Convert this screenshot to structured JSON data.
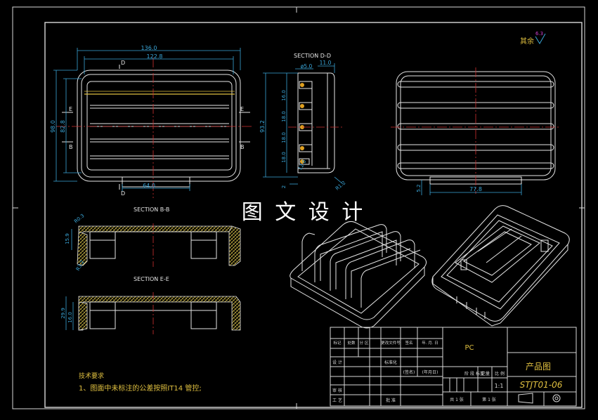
{
  "watermark": "图 文 设 计",
  "roughness": {
    "label": "其余",
    "value": "6.3"
  },
  "section_labels": {
    "dd": "SECTION D-D",
    "bb": "SECTION B-B",
    "ee": "SECTION E-E"
  },
  "cut_letters": {
    "d": "D",
    "e": "E",
    "b": "B"
  },
  "dimensions": {
    "top_136": "136.0",
    "top_122": "122.8",
    "left_98": "98.0",
    "left_828": "82.8",
    "bottom_64": "64.0",
    "dd_50": "ø5.0",
    "dd_110": "11.0",
    "dd_160": "16.0",
    "dd_180a": "18.0",
    "dd_180b": "18.0",
    "dd_180c": "18.0",
    "dd_932": "93.2",
    "dd_120": "12.0",
    "dd_r12": "R1.2",
    "dd_2": "2",
    "right_52": "5.2",
    "right_778": "77.8",
    "bb_r03": "R0.3",
    "bb_159": "15.9",
    "bb_r32": "R3.2",
    "ee_299": "29.9",
    "ee_160": "16.0"
  },
  "notes": {
    "heading": "技术要求",
    "line1": "1、图面中未标注的公差按照IT14 管控;"
  },
  "title_block": {
    "material": "PC",
    "product": "产品图",
    "drawing_no": "STJT01-06",
    "scale": "1:1",
    "headers": [
      "标记",
      "处数",
      "分 区",
      "更改文件号",
      "签名",
      "年. 月. 日"
    ],
    "row_design": "设 计",
    "row_std": "标准化",
    "sign": "(签名)",
    "date": "(年月日)",
    "stage_labels": "阶 段 标 记",
    "weight": "重 量",
    "ratio": "比 例",
    "review": "审 核",
    "process": "工 艺",
    "approve": "批 准",
    "sheets": "共 1 张",
    "sheet_no": "第 1 张"
  }
}
